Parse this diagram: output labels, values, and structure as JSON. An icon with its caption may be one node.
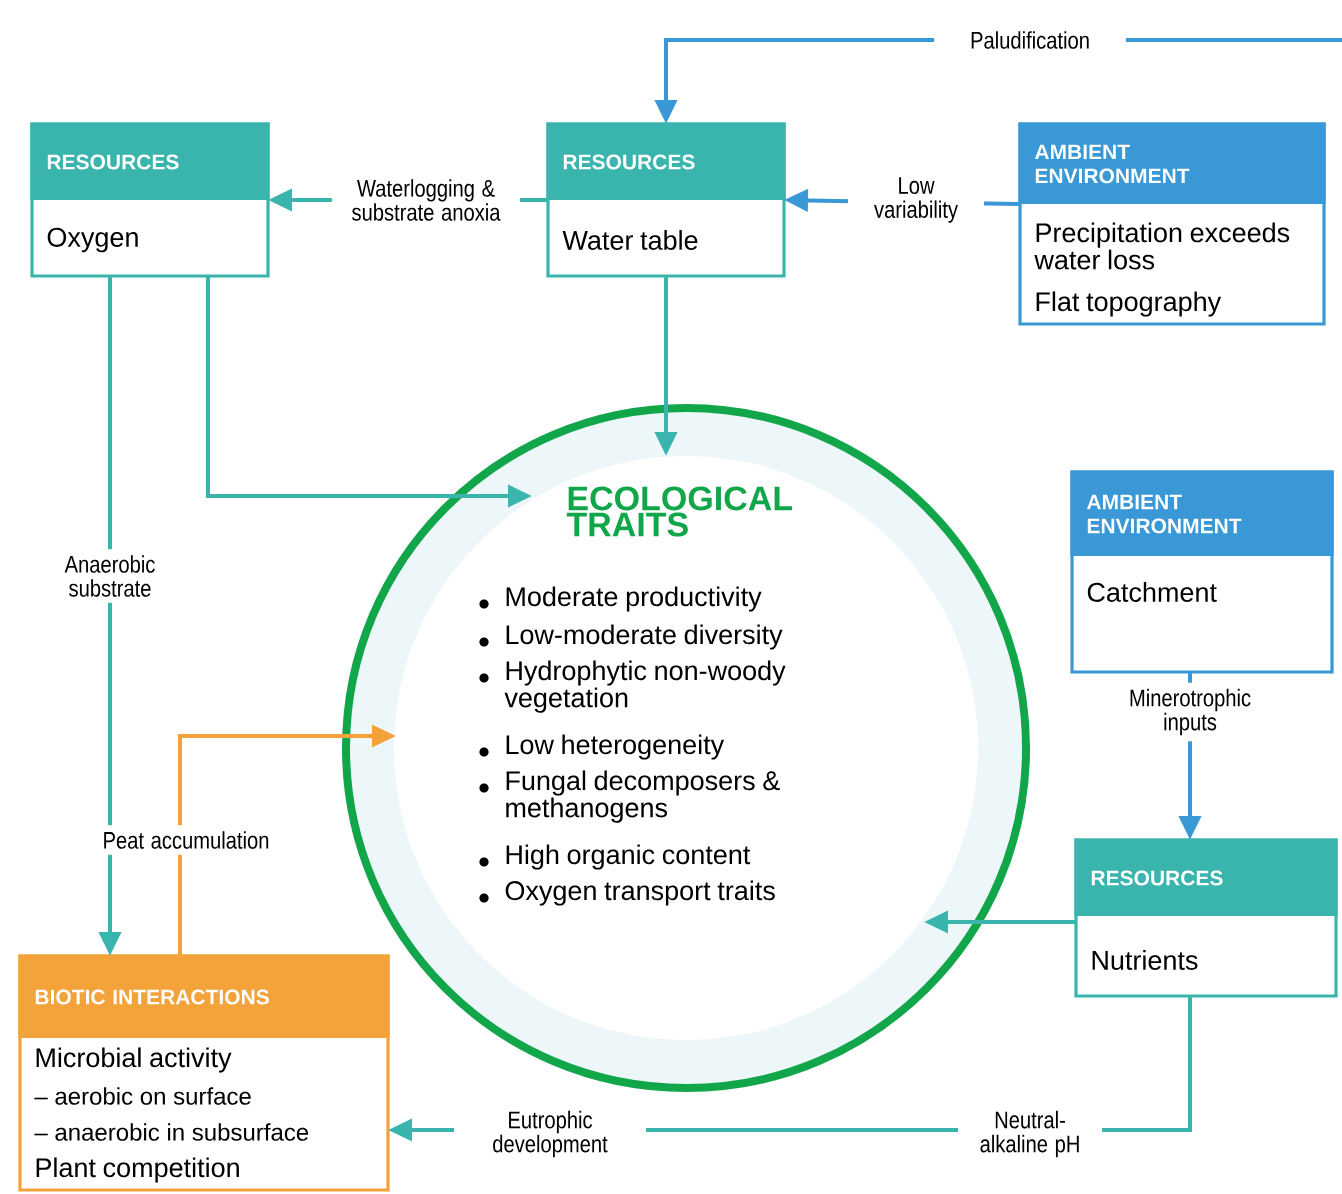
{
  "diagram": {
    "nodes": [
      {
        "text": [
          "RESOURCES",
          "Oxygen"
        ]
      },
      {
        "text": [
          "RESOURCES",
          "Water table"
        ]
      },
      {
        "text": [
          "AMBIENT ENVIRONMENT",
          "Precipitation exceeds water loss",
          "Flat topography"
        ]
      },
      {
        "text": [
          "ECOLOGICAL TRAITS",
          "Moderate productivity",
          "Low-moderate diversity",
          "Hydrophytic non-woody vegetation",
          "Low heterogeneity",
          "Fungal decomposers & methanogens",
          "High organic content",
          "Oxygen transport traits"
        ]
      },
      {
        "text": [
          "AMBIENT ENVIRONMENT",
          "Catchment"
        ]
      },
      {
        "text": [
          "RESOURCES",
          "Nutrients"
        ]
      },
      {
        "text": [
          "BIOTIC INTERACTIONS",
          "Microbial activity",
          "– aerobic on surface",
          "– anaerobic in subsurface",
          "Plant competition"
        ]
      }
    ],
    "edges": [
      {
        "from": null,
        "to": 1,
        "arrow": "to",
        "label": "Paludification",
        "color": "#3a98d6"
      },
      {
        "from": 1,
        "to": 0,
        "arrow": "to",
        "label": "Waterlogging & substrate anoxia"
      },
      {
        "from": 2,
        "to": 1,
        "arrow": "to",
        "label": "Low variability",
        "color": "#3a98d6"
      },
      {
        "from": 1,
        "to": 3,
        "arrow": "to"
      },
      {
        "from": 0,
        "to": 3,
        "arrow": "to"
      },
      {
        "from": 0,
        "to": 6,
        "arrow": "to",
        "label": "Anaerobic substrate"
      },
      {
        "from": 6,
        "to": 3,
        "arrow": "to",
        "label": "Peat accumulation",
        "color": "#f4a23a"
      },
      {
        "from": 4,
        "to": 5,
        "arrow": "to",
        "label": "Minerotrophic inputs",
        "color": "#3a98d6"
      },
      {
        "from": 5,
        "to": 3,
        "arrow": "to"
      },
      {
        "from": 5,
        "to": 6,
        "arrow": "to",
        "label": "Eutrophic development"
      }
    ],
    "labels": [
      "Neutral-alkaline pH"
    ]
  }
}
